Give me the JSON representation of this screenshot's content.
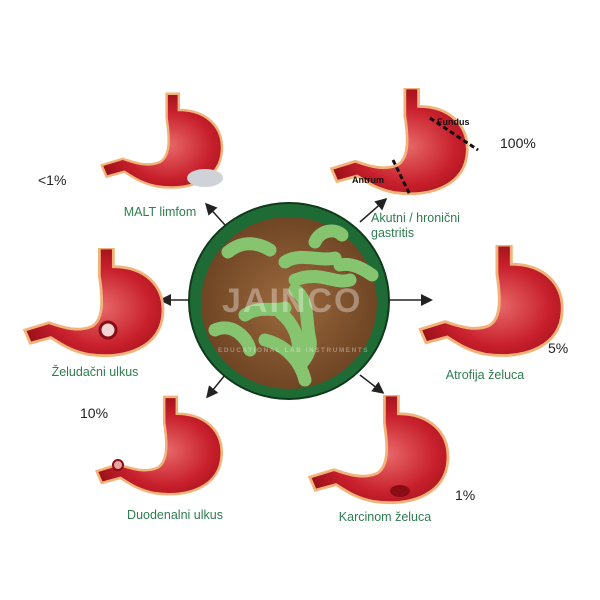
{
  "center": {
    "image": "helicobacter-pylori-bacteria",
    "watermark": {
      "brand": "JAINCO",
      "tagline": "EDUCATIONAL LAB INSTRUMENTS"
    }
  },
  "conditions": [
    {
      "label": "MALT limfom",
      "percent": "<1%"
    },
    {
      "label": "Akutni / hronični gastritis",
      "percent": "100%",
      "regions": [
        "Fundus",
        "Antrum"
      ]
    },
    {
      "label": "Želudačni ulkus",
      "percent": ""
    },
    {
      "label": "Atrofija želuca",
      "percent": "5%"
    },
    {
      "label": "Duodenalni ulkus",
      "percent": "10%"
    },
    {
      "label": "Karcinom želuca",
      "percent": "1%"
    }
  ],
  "colors": {
    "label_text": "#2e7d4f",
    "stomach": "#c8202c",
    "ring": "#1f6b35",
    "bacteria": "#7fbf6a"
  }
}
